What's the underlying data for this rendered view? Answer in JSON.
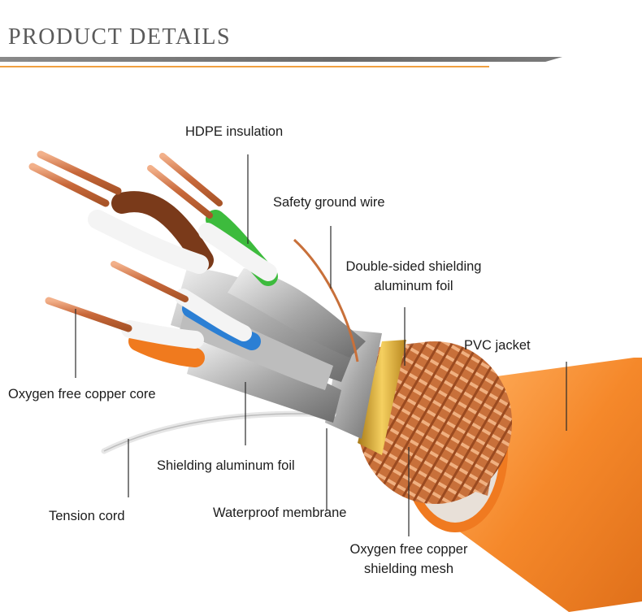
{
  "header": {
    "title": "PRODUCT DETAILS",
    "accent_color": "#f0a040",
    "bar_color": "#777777"
  },
  "labels": {
    "hdpe_insulation": "HDPE insulation",
    "safety_ground_wire": "Safety ground wire",
    "double_sided_foil_line1": "Double-sided shielding",
    "double_sided_foil_line2": "aluminum foil",
    "pvc_jacket": "PVC jacket",
    "oxygen_free_core": "Oxygen free copper core",
    "shielding_foil": "Shielding aluminum foil",
    "tension_cord": "Tension cord",
    "waterproof_membrane": "Waterproof membrane",
    "copper_mesh_line1": "Oxygen free copper",
    "copper_mesh_line2": "shielding mesh"
  },
  "colors": {
    "jacket_orange": "#f08a28",
    "copper": "#d9804e",
    "pair_brown": "#7a3a1a",
    "pair_green": "#3dbb3d",
    "pair_blue": "#2b7fd4",
    "pair_orange": "#f07a1e"
  }
}
